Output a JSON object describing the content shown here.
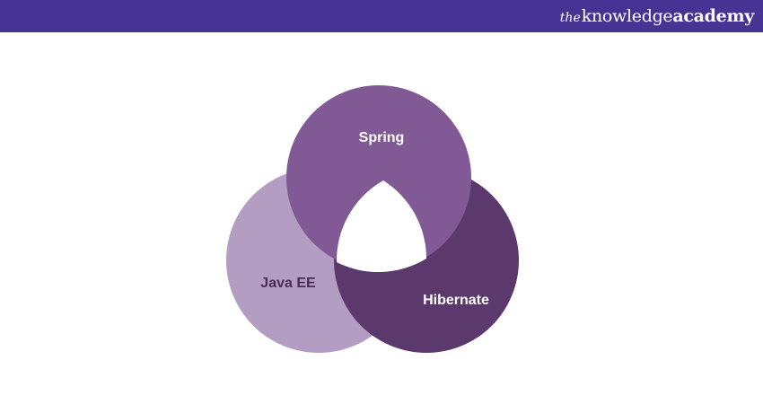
{
  "brand": {
    "prefix": "the",
    "word1": "knowledge",
    "word2": "academy"
  },
  "colors": {
    "header_bg": "#453494",
    "spring": "#815a95",
    "java_ee": "#b39dc3",
    "hibernate": "#5c396c",
    "center": "#ffffff",
    "label_light": "#ffffff",
    "label_dark": "#4a2a5a"
  },
  "diagram": {
    "sets": [
      {
        "id": "spring",
        "label": "Spring"
      },
      {
        "id": "java_ee",
        "label": "Java EE"
      },
      {
        "id": "hibernate",
        "label": "Hibernate"
      }
    ]
  }
}
